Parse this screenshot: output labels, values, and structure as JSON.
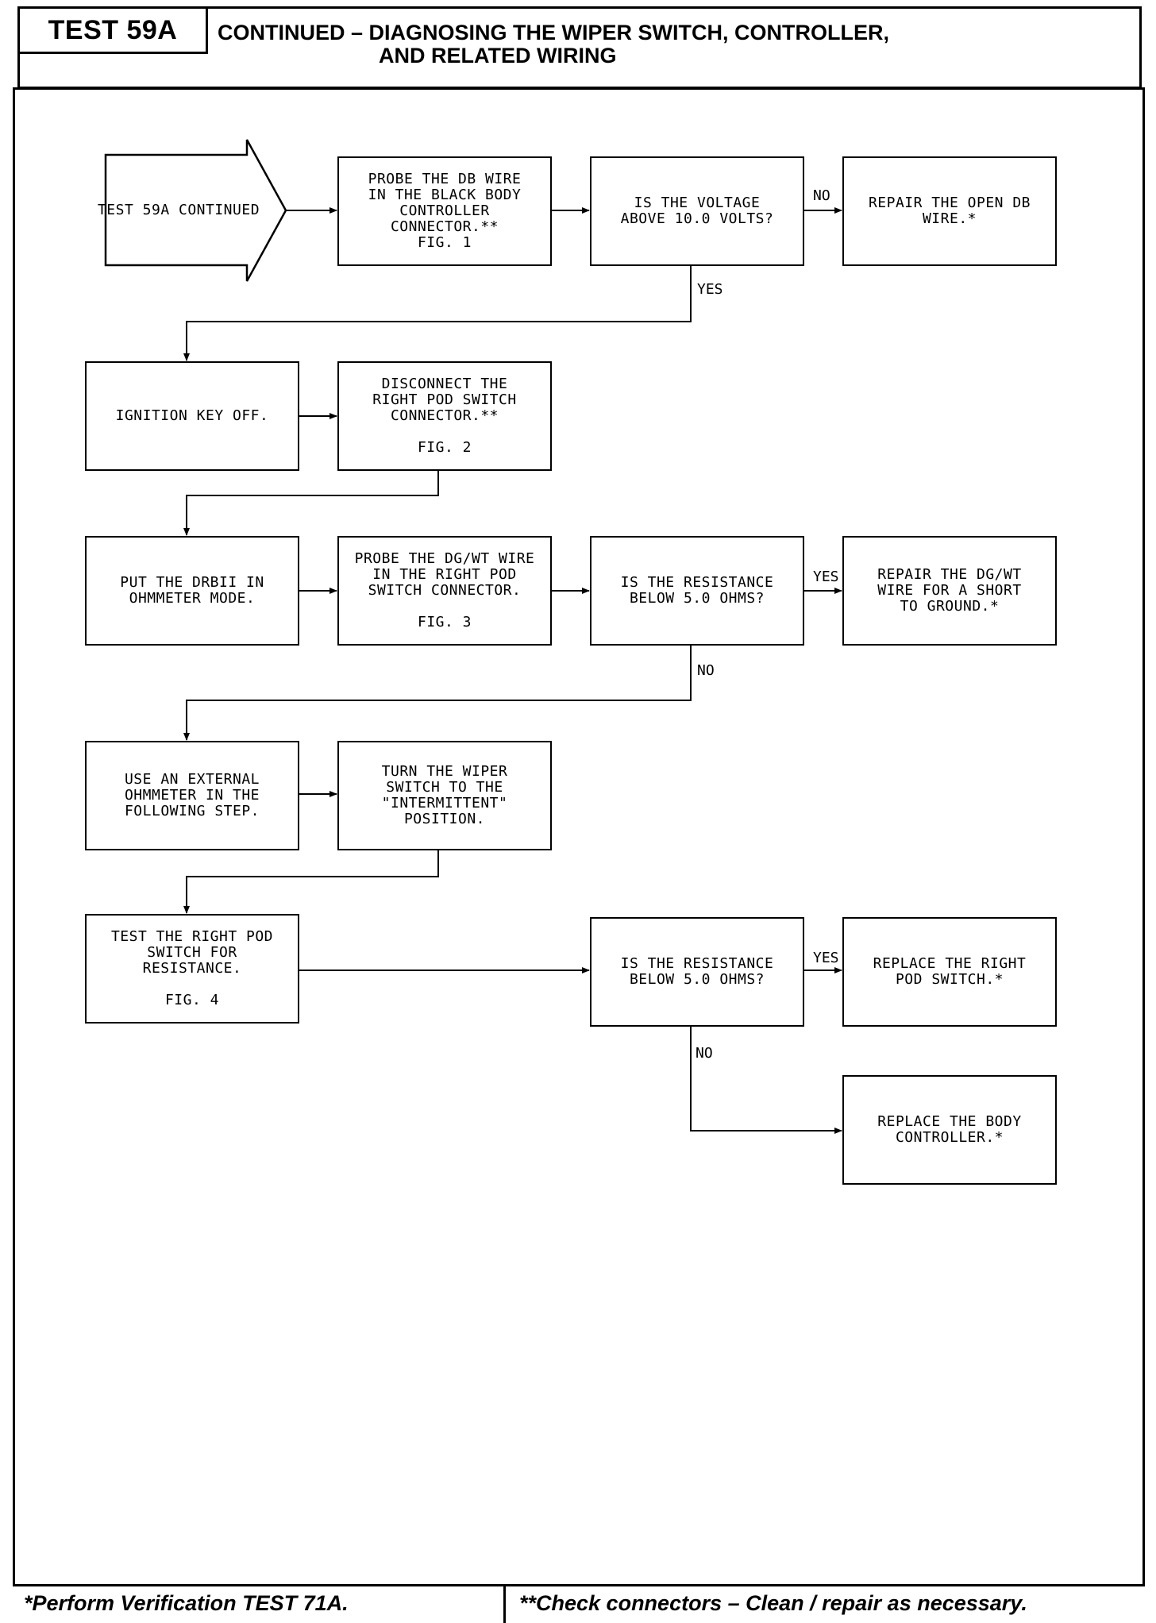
{
  "header": {
    "test_id": "TEST 59A",
    "title_line1": "CONTINUED – DIAGNOSING THE WIPER SWITCH, CONTROLLER,",
    "title_line2": "AND RELATED WIRING"
  },
  "flowchart": {
    "start_label": "TEST 59A CONTINUED",
    "steps": {
      "probe_db": "PROBE THE DB WIRE\nIN THE BLACK BODY\nCONTROLLER\nCONNECTOR.**\nFIG. 1",
      "q_voltage": "IS THE VOLTAGE\nABOVE 10.0 VOLTS?",
      "repair_db": "REPAIR THE OPEN DB\nWIRE.*",
      "ign_off": "IGNITION KEY OFF.",
      "disconnect": "DISCONNECT THE\nRIGHT POD SWITCH\nCONNECTOR.**\n\nFIG. 2",
      "drbii": "PUT THE DRBII IN\nOHMMETER MODE.",
      "probe_dgwt": "PROBE THE DG/WT WIRE\nIN THE RIGHT POD\nSWITCH CONNECTOR.\n\nFIG. 3",
      "q_res1": "IS THE RESISTANCE\nBELOW 5.0 OHMS?",
      "repair_dgwt": "REPAIR THE DG/WT\nWIRE FOR A SHORT\nTO GROUND.*",
      "external": "USE AN EXTERNAL\nOHMMETER IN THE\nFOLLOWING STEP.",
      "turn_wiper": "TURN THE WIPER\nSWITCH TO THE\n\"INTERMITTENT\"\nPOSITION.",
      "test_pod": "TEST THE RIGHT POD\nSWITCH FOR\nRESISTANCE.\n\nFIG. 4",
      "q_res2": "IS THE RESISTANCE\nBELOW 5.0 OHMS?",
      "replace_pod": "REPLACE THE RIGHT\nPOD SWITCH.*",
      "replace_body": "REPLACE THE BODY\nCONTROLLER.*"
    },
    "labels": {
      "no_1": "NO",
      "yes_1": "YES",
      "yes_2": "YES",
      "no_2": "NO",
      "yes_3": "YES",
      "no_3": "NO"
    }
  },
  "footer": {
    "left": "*Perform Verification TEST 71A.",
    "right": "**Check connectors – Clean / repair as necessary."
  }
}
